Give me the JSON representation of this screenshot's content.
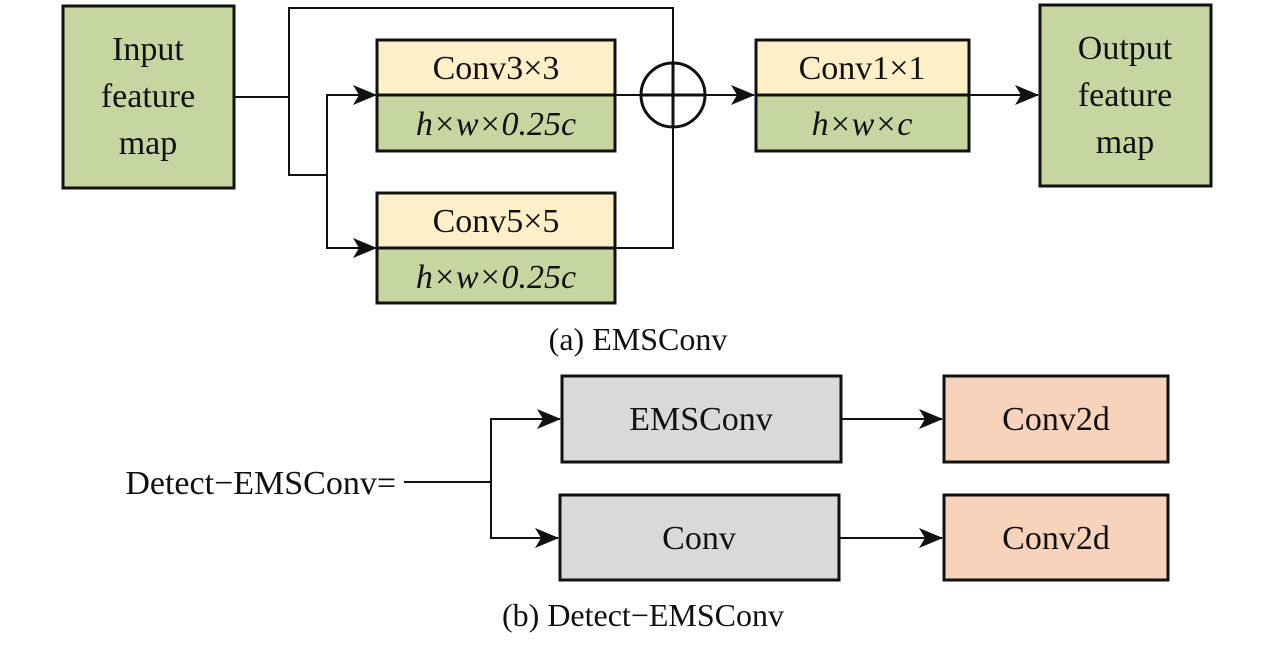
{
  "colors": {
    "green": "#c5d6a0",
    "yellow": "#fdf0c8",
    "gray": "#d9d9d9",
    "salmon": "#f8d3bc",
    "stroke": "#111111"
  },
  "panel_a": {
    "input_box": {
      "line1": "Input",
      "line2": "feature",
      "line3": "map"
    },
    "conv3": {
      "op": "Conv3×3",
      "dims": "h×w×0.25c"
    },
    "conv5": {
      "op": "Conv5×5",
      "dims": "h×w×0.25c"
    },
    "conv1": {
      "op": "Conv1×1",
      "dims": "h×w×c"
    },
    "output_box": {
      "line1": "Output",
      "line2": "feature",
      "line3": "map"
    },
    "add_symbol": "⊕",
    "caption": "(a) EMSConv"
  },
  "panel_b": {
    "label": "Detect−EMSConv=",
    "top_branch": {
      "block": "EMSConv",
      "head": "Conv2d"
    },
    "bottom_branch": {
      "block": "Conv",
      "head": "Conv2d"
    },
    "caption": "(b) Detect−EMSConv"
  }
}
